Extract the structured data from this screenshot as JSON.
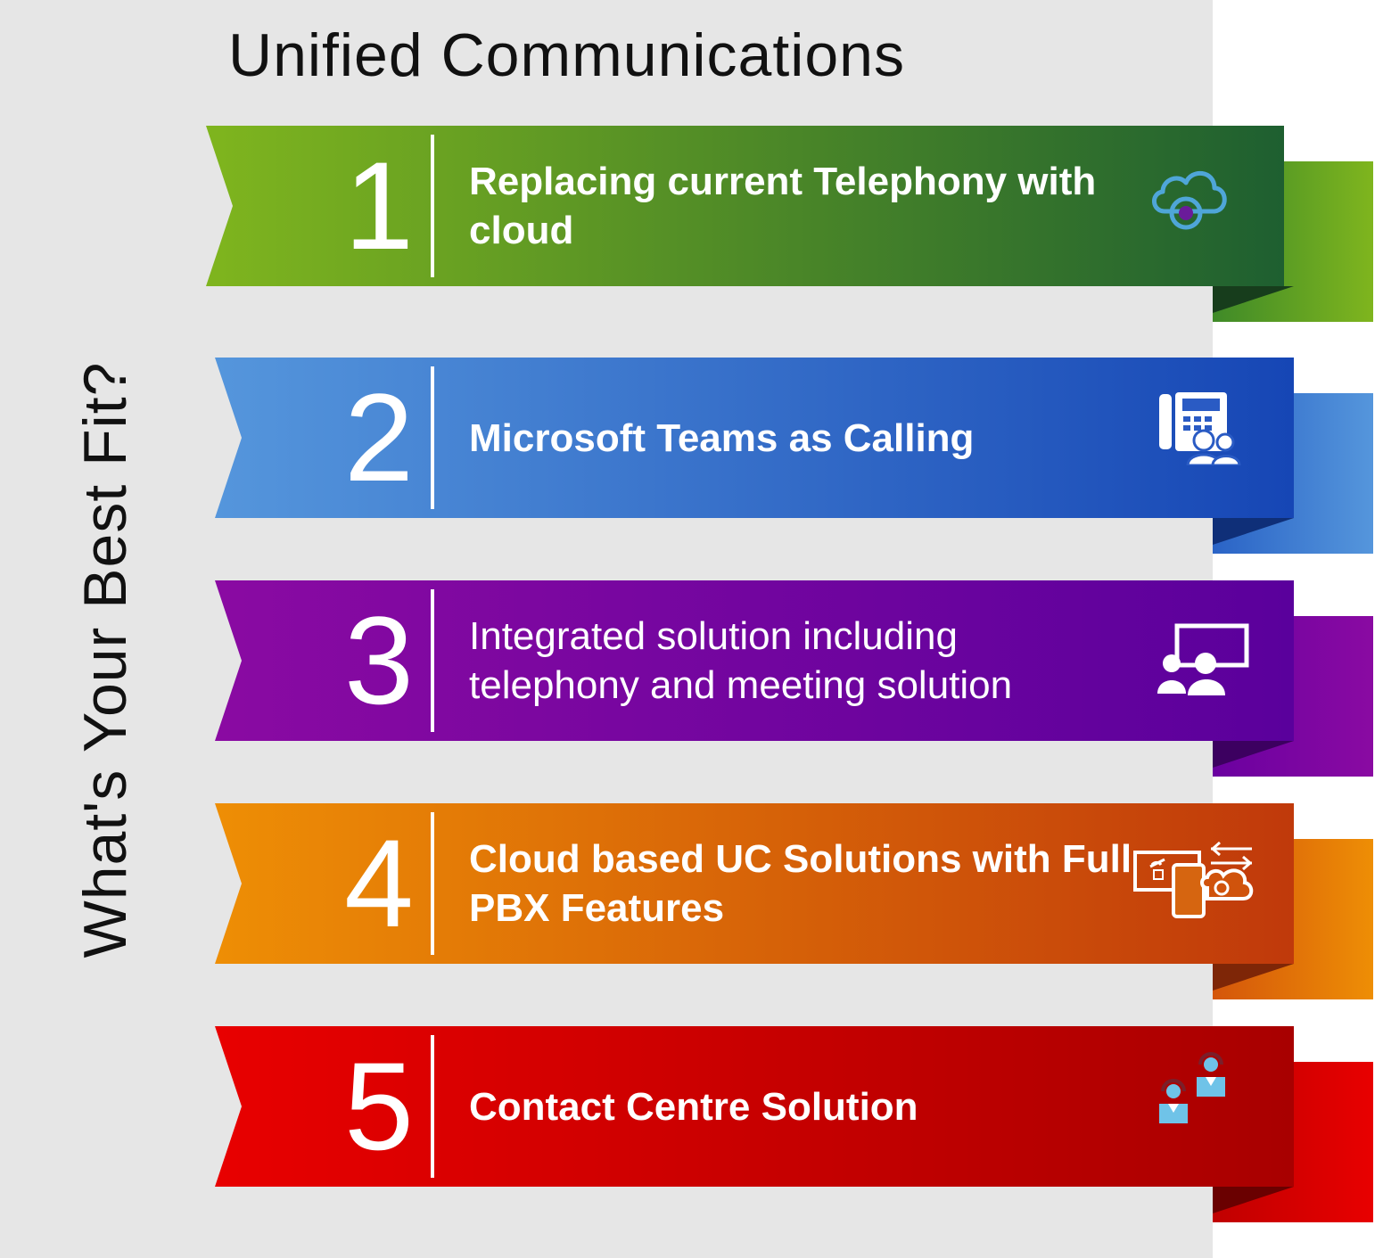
{
  "header": {
    "title": "Unified Communications"
  },
  "side_title": "What's Your Best Fit?",
  "options": [
    {
      "number": "1",
      "label": "Replacing current Telephony with cloud",
      "icon": "cloud-telephony-icon",
      "bold": true,
      "colors": [
        "#7fb51e",
        "#1e5f30"
      ]
    },
    {
      "number": "2",
      "label": "Microsoft Teams as Calling",
      "icon": "desk-phone-users-icon",
      "bold": true,
      "colors": [
        "#5596dc",
        "#1646b5"
      ]
    },
    {
      "number": "3",
      "label": "Integrated solution including telephony and meeting solution",
      "icon": "meeting-presentation-icon",
      "bold": false,
      "colors": [
        "#8a0aa2",
        "#5a009c"
      ]
    },
    {
      "number": "4",
      "label": "Cloud based UC Solutions with Full PBX Features",
      "icon": "devices-cloud-sync-icon",
      "bold": true,
      "colors": [
        "#ee8e05",
        "#c0390b"
      ]
    },
    {
      "number": "5",
      "label": "Contact Centre Solution",
      "icon": "contact-centre-agents-icon",
      "bold": true,
      "colors": [
        "#e80000",
        "#a80000"
      ]
    }
  ]
}
